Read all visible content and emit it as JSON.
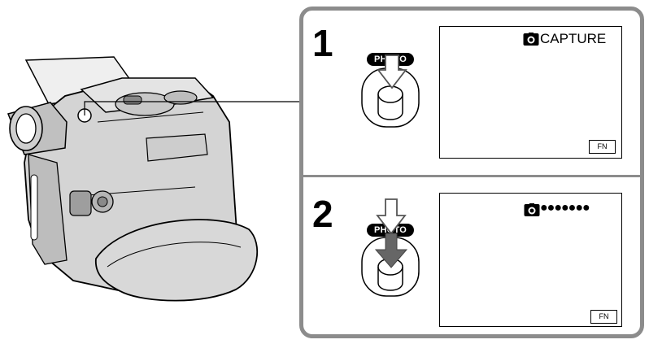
{
  "steps": [
    {
      "number": "1",
      "button_label": "PHOTO",
      "screen_text": "CAPTURE",
      "screen_icon": "camera-icon",
      "fn_label": "FN",
      "arrow_style": "outline"
    },
    {
      "number": "2",
      "button_label": "PHOTO",
      "screen_text": "●●●●●●●",
      "screen_icon": "camera-icon",
      "fn_label": "FN",
      "arrow_style": "filled"
    }
  ],
  "colors": {
    "panel_border": "#8c8c8c",
    "camcorder_body": "#d9d9d9",
    "camcorder_shade": "#b3b3b3",
    "arrow_fill": "#666666"
  }
}
